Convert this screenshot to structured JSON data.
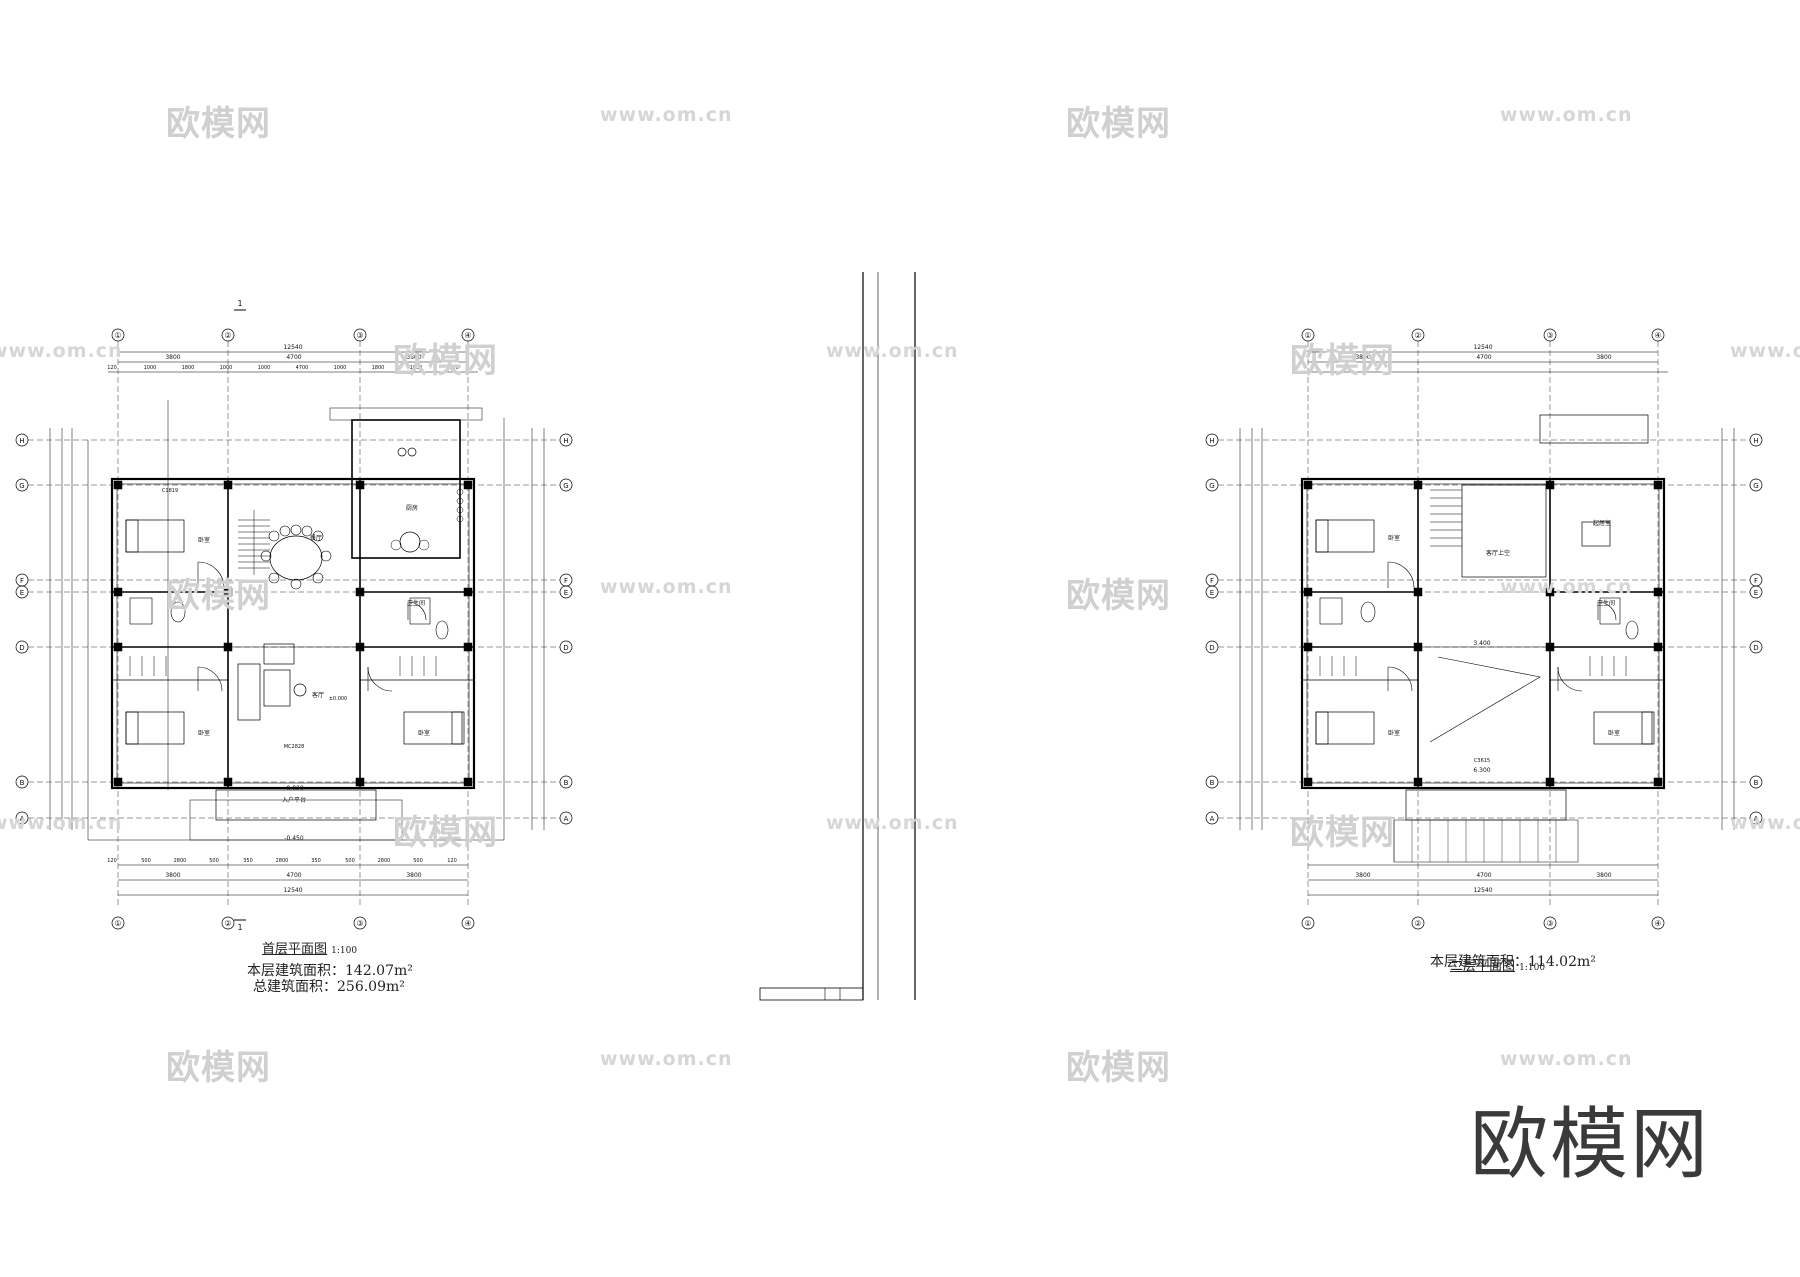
{
  "watermarks": {
    "brand": "欧模网",
    "url": "www.om.cn",
    "brand_color": "#d0d0d0",
    "url_color": "#d6d6d6"
  },
  "big_brand": {
    "text": "欧模网",
    "color": "#3a3a3a"
  },
  "ground_floor": {
    "title": "首层平面图",
    "scale": "1:100",
    "area_line_1": "本层建筑面积：142.07m²",
    "area_line_2": "总建筑面积：256.09m²",
    "axes_x": [
      "①",
      "②",
      "③",
      "④"
    ],
    "axes_y": [
      "H",
      "G",
      "F",
      "E",
      "D",
      "B",
      "A"
    ],
    "overall_dim": "12540",
    "top_dims": [
      "3800",
      "4700",
      "3800"
    ],
    "top_sub_dims": [
      "120",
      "1000",
      "1800",
      "1000",
      "1000",
      "4700",
      "1000",
      "1800",
      "1000",
      "120"
    ],
    "bottom_dims": [
      "120",
      "500",
      "2800",
      "500",
      "350",
      "2800",
      "350",
      "500",
      "2800",
      "500",
      "120"
    ],
    "section_mark": "1",
    "elev_entry": "-0.020",
    "elev_outside": "-0.450",
    "elev_floor": "±0.000",
    "entry_label": "入户平台",
    "door_main": "MC2828",
    "window_main": "C1819",
    "rooms": [
      "卧室",
      "餐厅",
      "厨房",
      "卫生间",
      "客厅",
      "卧室",
      "卧室"
    ]
  },
  "second_floor": {
    "title": "二层平面图",
    "scale": "1:100",
    "area_line_1": "本层建筑面积：114.02m²",
    "axes_x": [
      "①",
      "②",
      "③",
      "④"
    ],
    "axes_y": [
      "H",
      "G",
      "F",
      "E",
      "D",
      "B",
      "A"
    ],
    "overall_dim": "12540",
    "top_dims": [
      "3800",
      "4700",
      "3800"
    ],
    "elev_floor": "3.400",
    "elev_roof": "6.300",
    "window_main": "C3615",
    "rooms": [
      "卧室",
      "起居室",
      "客厅上空",
      "卫生间",
      "卧室",
      "卧室"
    ]
  },
  "title_block": {
    "cells": [
      "",
      "",
      ""
    ]
  }
}
